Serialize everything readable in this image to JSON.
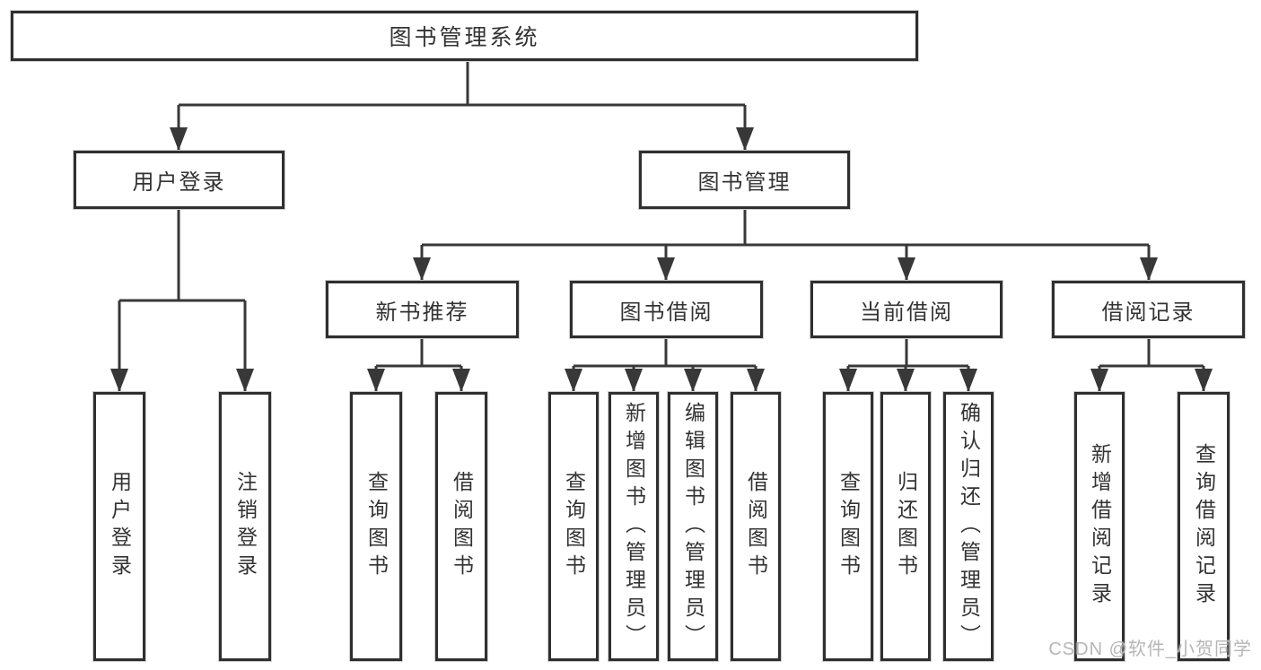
{
  "diagram": {
    "root": "图书管理系统",
    "level2": [
      "用户登录",
      "图书管理"
    ],
    "level3": [
      "新书推荐",
      "图书借阅",
      "当前借阅",
      "借阅记录"
    ],
    "leaves": {
      "user_login": [
        "用户登录",
        "注销登录"
      ],
      "new_books": [
        "查询图书",
        "借阅图书"
      ],
      "book_borrowing": [
        "查询图书",
        "新增图书（管理员）",
        "编辑图书（管理员）",
        "借阅图书"
      ],
      "current_borrowing": [
        "查询图书",
        "归还图书",
        "确认归还（管理员）"
      ],
      "borrowing_records": [
        "新增借阅记录",
        "查询借阅记录"
      ]
    }
  },
  "colors": {
    "ink": "#333333",
    "watermark_gray": "#b6b6b6"
  },
  "watermark": "CSDN @软件_小贺同学"
}
